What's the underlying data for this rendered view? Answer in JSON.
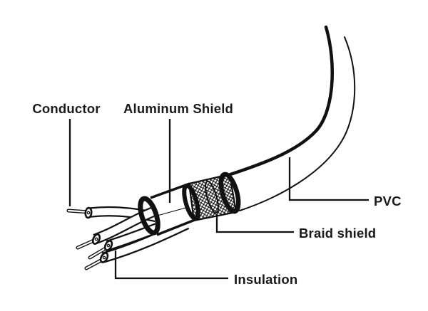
{
  "diagram": {
    "kind": "cable-construction-cutaway",
    "background_color": "#ffffff",
    "line_color": "#111111",
    "labels": {
      "conductor": "Conductor",
      "aluminum_shield": "Aluminum Shield",
      "pvc": "PVC",
      "braid_shield": "Braid shield",
      "insulation": "Insulation"
    }
  }
}
